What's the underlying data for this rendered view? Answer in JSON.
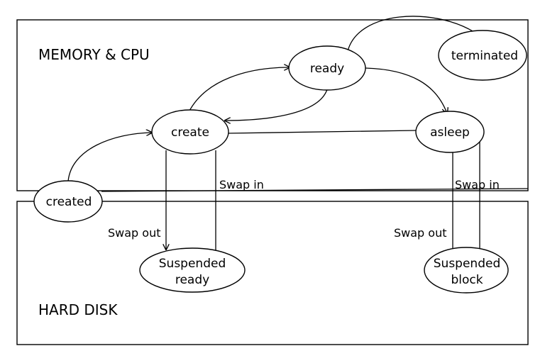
{
  "regions": {
    "memory_cpu": "MEMORY & CPU",
    "hard_disk": "HARD DISK"
  },
  "states": {
    "ready": "ready",
    "terminated": "terminated",
    "create": "create",
    "asleep": "asleep",
    "created": "created",
    "suspended_ready": [
      "Suspended",
      "ready"
    ],
    "suspended_block": [
      "Suspended",
      "block"
    ]
  },
  "transitions": {
    "swap_in_left": "Swap in",
    "swap_out_left": "Swap out",
    "swap_in_right": "Swap in",
    "swap_out_right": "Swap out"
  }
}
